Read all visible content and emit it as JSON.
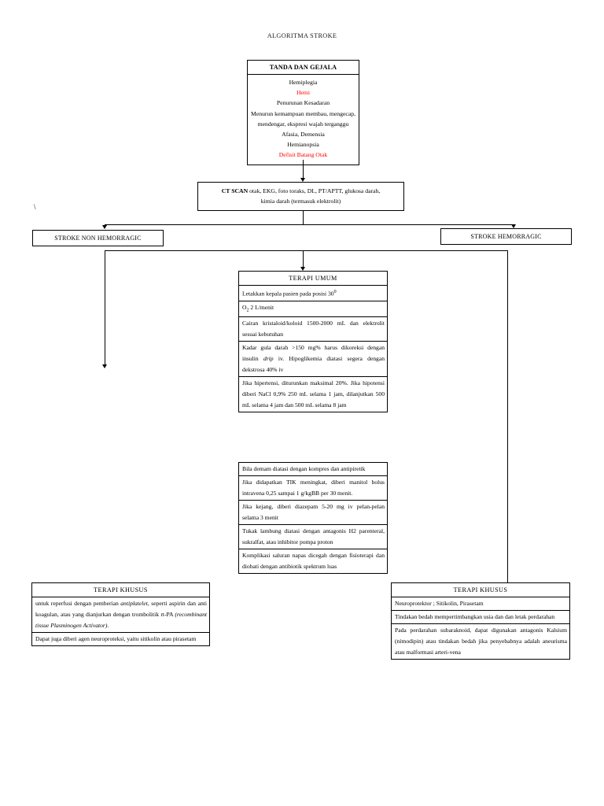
{
  "page": {
    "title": "ALGORITMA STROKE"
  },
  "stray_mark": "\\",
  "tanda_gejala": {
    "title": "TANDA DAN GEJALA",
    "lines": [
      {
        "text": "Hemiplegia",
        "color": "#000000"
      },
      {
        "text": "Hemi",
        "color": "#ff0000"
      },
      {
        "text": "Penurunan Kesadaran",
        "color": "#000000"
      },
      {
        "text": "Menurun kemampuan membau, mengecap,",
        "color": "#000000"
      },
      {
        "text": "mendengar, ekspresi wajah terganggu",
        "color": "#000000"
      },
      {
        "text": "Afasia, Demensia",
        "color": "#000000"
      },
      {
        "text": "Hemianopsia",
        "color": "#000000"
      },
      {
        "text": "Defisit Batang Otak",
        "color": "#ff0000"
      }
    ]
  },
  "ct_scan": {
    "line1": "CT SCAN otak, EKG, foto toraks, DL, PT/APTT, glukosa darah,",
    "line2": "kimia darah (termasuk elektrolit)",
    "bold_prefix": "CT SCAN"
  },
  "branches": {
    "left_label": "STROKE NON HEMORRAGIC",
    "right_label": "STROKE HEMORRAGIC"
  },
  "terapi_umum": {
    "title": "TERAPI UMUM",
    "rows": [
      "Letakkan kepala pasien pada posisi 30°",
      "O2 2 L/menit",
      "Cairan kristaloid/koloid 1500-2000 mL dan elektrolit sesuai kebutuhan",
      "Kadar gula darah >150 mg% harus dikoreksi  dengan insulin drip iv. Hipoglikemia diatasi segera dengan dekstrosa 40% iv",
      "Jika hipertensi, diturunkan maksimal 20%. Jika hipotensi diberi NaCl 0,9% 250 mL selama 1 jam, dilanjutkan 500 mL selama 4 jam dan 500 mL selama 8 jam"
    ]
  },
  "terapi_lanjutan": {
    "rows": [
      "Bila demam diatasi dengan kompres dan antipiretik",
      "Jika didapatkan TIK meningkat, diberi manitol bolus intravena 0,25 sampai 1 g/kgBB per 30 menit.",
      "Jika kejang, diberi diazepam 5-20 mg iv pelan-pelan selama 3 menit",
      "Tukak lambung diatasi dengan antagonis H2 parenteral, sukralfat, atau inhibitor pompa proton",
      "Komplikasi saluran napas dicegah dengan fisioterapi  dan diobati dengan antibiotik spektrum luas"
    ]
  },
  "terapi_khusus_kiri": {
    "title": "TERAPI KHUSUS",
    "rows": [
      "untuk reperfusi dengan pemberian antiplatelet, seperti aspirin dan anti koagulan, atau yang dianjurkan dengan trombolitik rt-PA (recombinant tissue Plasminogen Activator).",
      "Dapat juga diberi agen neuroproteksi, yaitu sitikolin atau pirasetam"
    ],
    "row1_segments": [
      {
        "text": "untuk reperfusi dengan pemberian ",
        "italic": false
      },
      {
        "text": "antiplatelet",
        "italic": true
      },
      {
        "text": ", seperti aspirin dan anti koagulan, atau yang dianjurkan dengan trombolitik rt-PA ",
        "italic": false
      },
      {
        "text": "(recombinant tissue Plasminogen Activator)",
        "italic": true
      },
      {
        "text": ".",
        "italic": false
      }
    ]
  },
  "terapi_khusus_kanan": {
    "title": "TERAPI KHUSUS",
    "rows": [
      "Neuroprotektor ; Sitikolin, Pirasetam",
      "Tindakan bedah mempertimbangkan usia dan  dan letak perdarahan",
      "Pada perdarahan subaraknoid, dapat digunakan  antagonis Kalsium (nimodipin) atau  tindakan bedah jika penyebabnya adalah aneurisma atau malformasi arteri-vena"
    ]
  },
  "colors": {
    "line": "#000000",
    "text": "#000000",
    "accent_red": "#ff0000",
    "background": "#ffffff"
  }
}
